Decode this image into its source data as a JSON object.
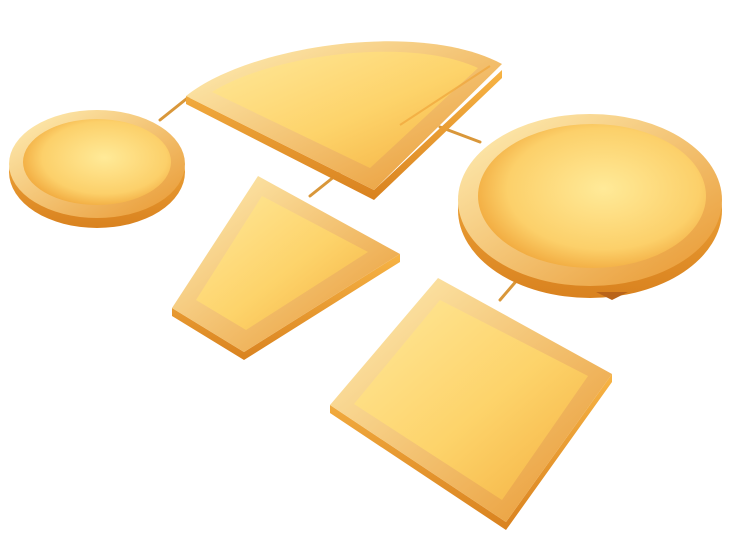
{
  "diagram": {
    "style": "3d-beveled-gold",
    "colors": {
      "light": "#FFE48A",
      "mid": "#FBC24E",
      "dark": "#E8902A",
      "edge": "#B9641A",
      "connector": "#E0A040",
      "background": "#FFFFFF"
    },
    "shapes": [
      {
        "id": "circle-left",
        "shape": "circle"
      },
      {
        "id": "sector-top",
        "shape": "sector"
      },
      {
        "id": "trapezoid-center",
        "shape": "trapezoid"
      },
      {
        "id": "circle-right",
        "shape": "circle"
      },
      {
        "id": "square-bottom",
        "shape": "square"
      }
    ],
    "connections": [
      {
        "from": "circle-left",
        "to": "sector-top"
      },
      {
        "from": "sector-top",
        "to": "trapezoid-center"
      },
      {
        "from": "sector-top",
        "to": "circle-right"
      },
      {
        "from": "circle-right",
        "to": "square-bottom"
      }
    ]
  }
}
